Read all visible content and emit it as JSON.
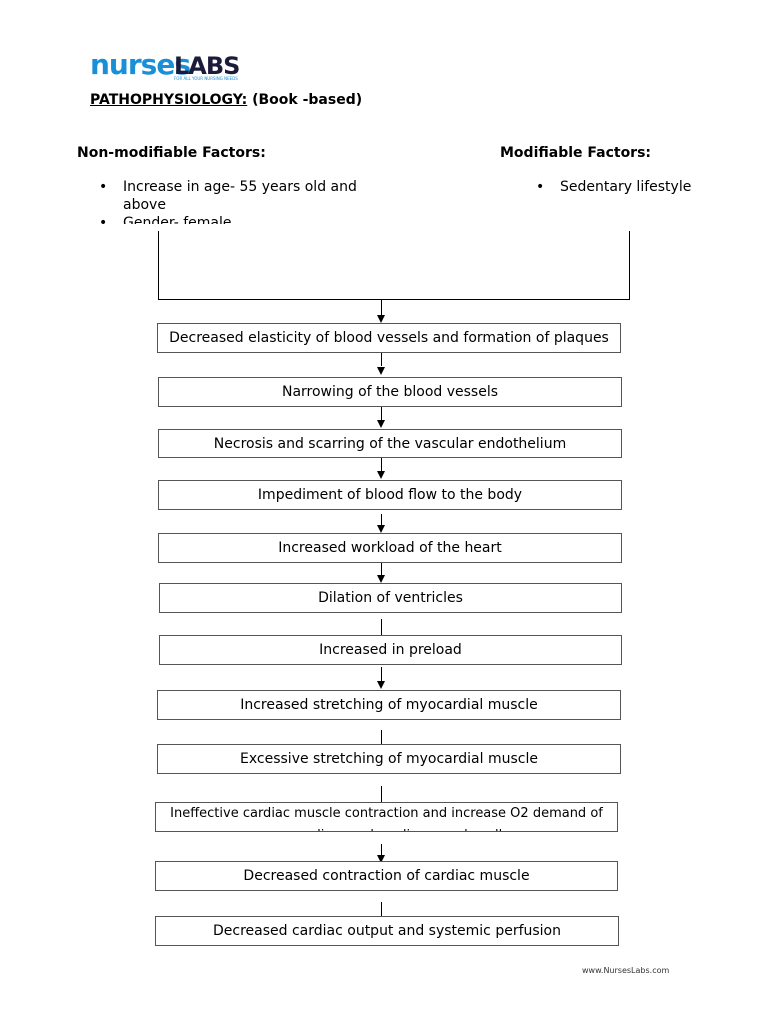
{
  "logo": {
    "brand_part1": "nurses",
    "brand_part2": "LABS",
    "tagline": "FOR ALL YOUR NURSING NEEDS"
  },
  "heading": {
    "label": "PATHOPHYSIOLOGY:",
    "suffix": " (Book -based)"
  },
  "non_modifiable": {
    "title": "Non-modifiable Factors:",
    "items": [
      "Increase in age- 55 years old and above",
      "Gender- female"
    ]
  },
  "modifiable": {
    "title": "Modifiable Factors:",
    "items": [
      "Sedentary lifestyle"
    ]
  },
  "flow": [
    "Decreased elasticity of blood vessels and formation of plaques",
    "Narrowing of the blood vessels",
    "Necrosis and scarring of the vascular endothelium",
    "Impediment of blood flow to the body",
    "Increased workload of the heart",
    "Dilation of ventricles",
    "Increased in preload",
    "Increased stretching of myocardial muscle",
    "Excessive stretching of myocardial muscle",
    "Ineffective cardiac muscle contraction and increase O2 demand of myocardium and cardiac muscle cells",
    "Decreased contraction of cardiac muscle",
    "Decreased cardiac output and systemic perfusion"
  ],
  "footer": "www.NursesLabs.com"
}
